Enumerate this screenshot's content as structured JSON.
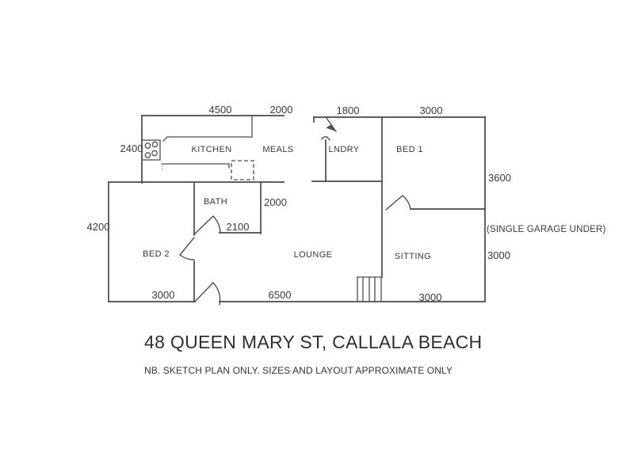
{
  "title": "48 QUEEN MARY ST, CALLALA BEACH",
  "note": "NB. SKETCH PLAN ONLY. SIZES AND LAYOUT APPROXIMATE ONLY",
  "garage_note": "(SINGLE GARAGE UNDER)",
  "rooms": {
    "kitchen": "KITCHEN",
    "meals": "MEALS",
    "laundry": "LNDRY",
    "bed1": "BED 1",
    "bath": "BATH",
    "bed2": "BED 2",
    "lounge": "LOUNGE",
    "sitting": "SITTING"
  },
  "dimensions": {
    "kitchen_width": "4500",
    "meals_width": "2000",
    "laundry_width": "1800",
    "bed1_width": "3000",
    "kitchen_depth": "2400",
    "bed1_depth": "3600",
    "bed2_depth": "4200",
    "bath_depth": "2000",
    "bath_width": "2100",
    "sitting_depth": "3000",
    "bed2_width": "3000",
    "lounge_width": "6500",
    "sitting_width": "3000"
  },
  "icons": {
    "stove": "stove-cooktop-icon (4 burner circles)",
    "stairs": "stairs-icon",
    "doors": "door-swing-icon",
    "appliance": "dashed-appliance-box"
  },
  "colors": {
    "line": "#4a4a4a",
    "text": "#3a3a3a",
    "background": "#ffffff"
  }
}
